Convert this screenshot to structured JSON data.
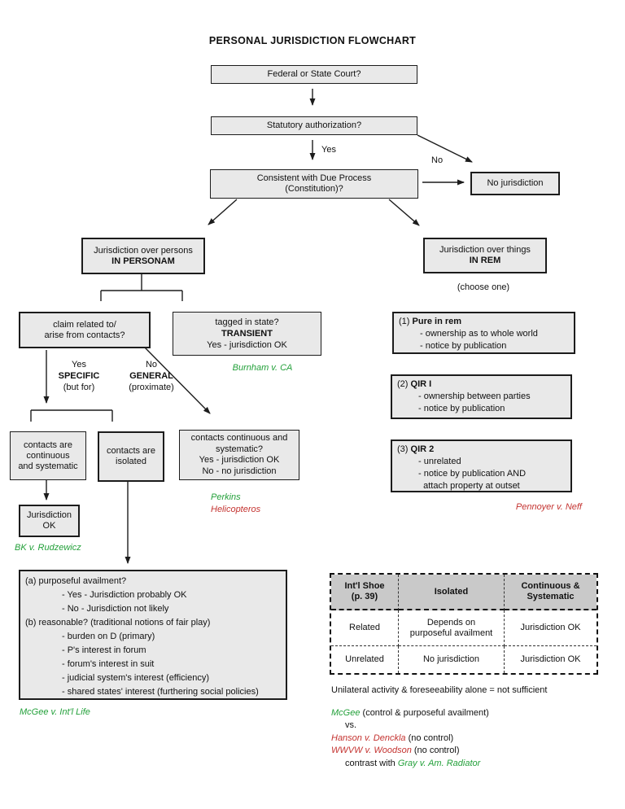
{
  "title": "PERSONAL JURISDICTION FLOWCHART",
  "colors": {
    "box_fill": "#e9e9e9",
    "green_case": "#23a03a",
    "red_case": "#c43330",
    "table_header_fill": "#c9c9c9"
  },
  "nodes": {
    "federal": "Federal or State Court?",
    "statutory": "Statutory authorization?",
    "due_process": "Consistent with Due Process\n(Constitution)?",
    "no_jurisdiction": "No jurisdiction",
    "in_personam": {
      "line1": "Jurisdiction over persons",
      "line2": "IN PERSONAM"
    },
    "in_rem": {
      "line1": "Jurisdiction over things",
      "line2": "IN REM"
    },
    "choose_one": "(choose one)",
    "claim_related": "claim related to/\narise from contacts?",
    "tagged": {
      "line1": "tagged in state?",
      "line2": "TRANSIENT",
      "line3": "Yes - jurisdiction OK"
    },
    "contacts_continuous": "contacts are\ncontinuous\nand systematic",
    "contacts_isolated": "contacts are\nisolated",
    "continuous_systematic": "contacts continuous and\nsystematic?\nYes - jurisdiction OK\nNo - no jurisdiction",
    "jurisdiction_ok": "Jurisdiction\nOK"
  },
  "edge_labels": {
    "yes": "Yes",
    "no": "No",
    "specific": {
      "l1": "Yes",
      "l2": "SPECIFIC",
      "l3": "(but for)"
    },
    "general": {
      "l1": "No",
      "l2": "GENERAL",
      "l3": "(proximate)"
    }
  },
  "rem_boxes": [
    {
      "num": "(1)",
      "title": "Pure in rem",
      "details": "- ownership as to whole world\n- notice by publication"
    },
    {
      "num": "(2)",
      "title": "QIR I",
      "details": "- ownership between parties\n- notice by publication"
    },
    {
      "num": "(3)",
      "title": "QIR 2",
      "details": "- unrelated\n- notice by publication AND\n  attach property at outset"
    }
  ],
  "main_box": {
    "lines": [
      "(a)  purposeful availment?",
      "- Yes - Jurisdiction probably OK",
      "- No - Jurisdiction not likely",
      "(b)  reasonable? (traditional notions of fair play)",
      "- burden on D (primary)",
      "- P's interest in forum",
      "- forum's interest in suit",
      "- judicial system's interest (efficiency)",
      "- shared states' interest (furthering social policies)"
    ]
  },
  "cases": {
    "burnham": "Burnham v. CA",
    "perkins": "Perkins",
    "helicopteros": "Helicopteros",
    "bk": "BK v. Rudzewicz",
    "mcgee_intl": "McGee v. Int'l Life",
    "pennoyer": "Pennoyer v. Neff"
  },
  "table": {
    "headers": [
      "Int'l Shoe\n(p. 39)",
      "Isolated",
      "Continuous &\nSystematic"
    ],
    "rows": [
      [
        "Related",
        "Depends on\npurposeful availment",
        "Jurisdiction OK"
      ],
      [
        "Unrelated",
        "No jurisdiction",
        "Jurisdiction OK"
      ]
    ]
  },
  "notes": {
    "unilateral": "Unilateral activity & foreseeability alone = not sufficient",
    "mcgee_case": "McGee",
    "mcgee_rest": " (control & purposeful availment)",
    "vs": "vs.",
    "hanson_case": "Hanson v. Denckla",
    "hanson_rest": " (no control)",
    "wwvw_case": "WWVW v. Woodson",
    "wwvw_rest": " (no control)",
    "contrast_prefix": "contrast with ",
    "contrast_case": "Gray v. Am. Radiator"
  }
}
